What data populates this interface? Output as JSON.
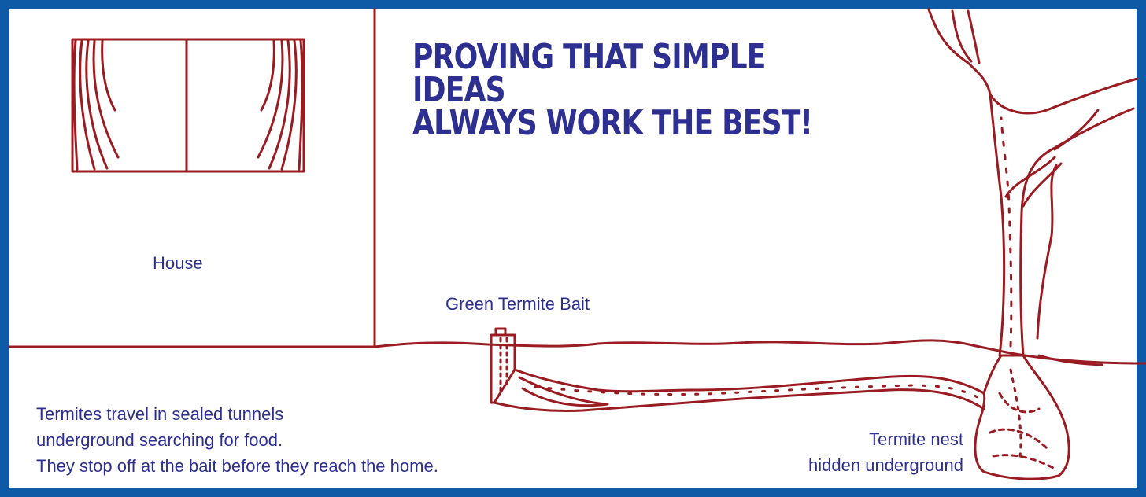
{
  "headline": {
    "line1": "PROVING THAT SIMPLE IDEAS",
    "line2": "ALWAYS WORK THE BEST!"
  },
  "labels": {
    "house": "House",
    "bait": "Green Termite Bait",
    "caption_lines": [
      "Termites travel in sealed tunnels",
      "underground searching for food.",
      "They stop off at the bait before they reach the home."
    ],
    "nest_lines": [
      "Termite nest",
      "hidden underground"
    ]
  },
  "colors": {
    "frame": "#0f5aa6",
    "drawing": "#9a1c22",
    "text": "#2e3091"
  }
}
